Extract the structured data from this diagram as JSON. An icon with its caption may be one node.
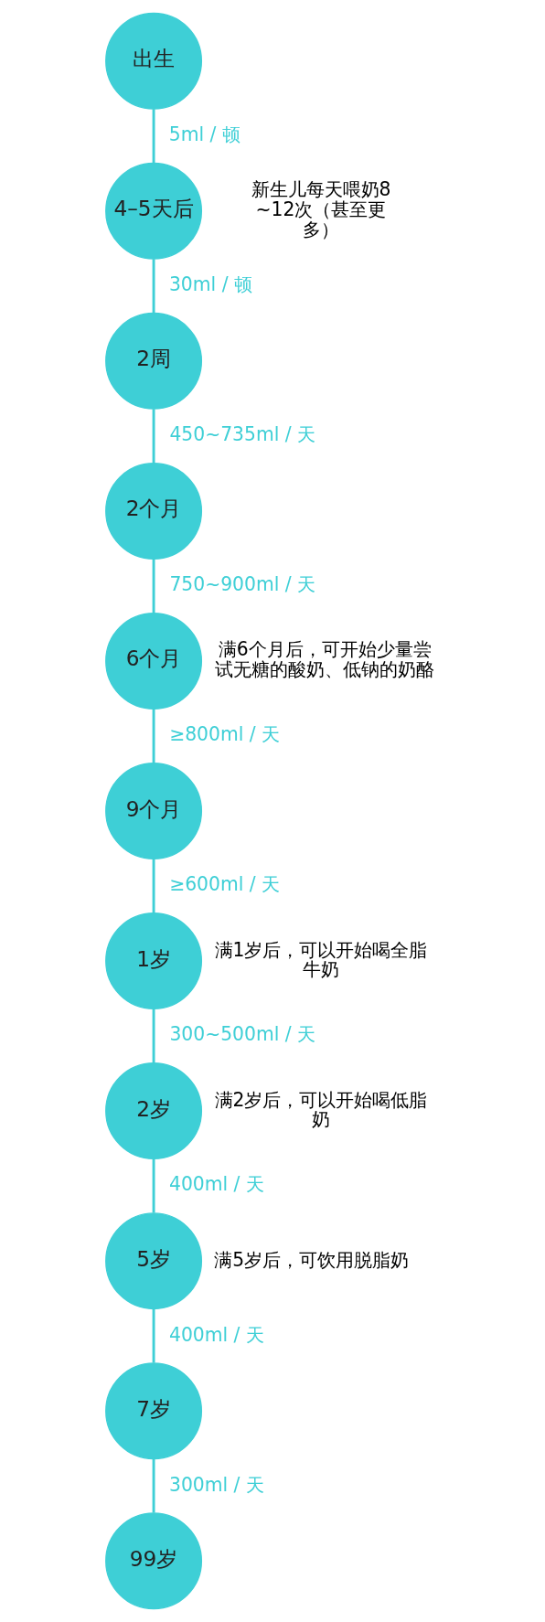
{
  "diagram": {
    "nodes": [
      {
        "text": [
          "出生"
        ]
      },
      {
        "text": [
          "4–5天后"
        ]
      },
      {
        "text": [
          "2周"
        ]
      },
      {
        "text": [
          "2个月"
        ]
      },
      {
        "text": [
          "6个月"
        ],
        "beside": [
          "满6个月后，可开始少量尝试无糖的酸奶、低钠的奶酪"
        ]
      },
      {
        "text": [
          "9个月"
        ]
      },
      {
        "text": [
          "1岁"
        ],
        "beside": [
          "满1岁后，可以开始喝全脂牛奶"
        ]
      },
      {
        "text": [
          "2岁"
        ],
        "beside": [
          "满2岁后，可以开始喝低脂奶"
        ]
      },
      {
        "text": [
          "5岁"
        ],
        "beside": [
          "满5岁后，可饮用脱脂奶"
        ]
      },
      {
        "text": [
          "7岁"
        ]
      },
      {
        "text": [
          "99岁"
        ]
      }
    ],
    "edges": [
      {
        "from": 0,
        "to": 1,
        "arrow": "none",
        "label": "5ml / 顿"
      },
      {
        "from": 1,
        "to": 2,
        "arrow": "none",
        "label": "30ml / 顿"
      },
      {
        "from": 2,
        "to": 3,
        "arrow": "none",
        "label": "450~735ml / 天"
      },
      {
        "from": 3,
        "to": 4,
        "arrow": "none",
        "label": "750~900ml / 天"
      },
      {
        "from": 4,
        "to": 5,
        "arrow": "none",
        "label": "≥800ml / 天"
      },
      {
        "from": 5,
        "to": 6,
        "arrow": "none",
        "label": "≥600ml / 天"
      },
      {
        "from": 6,
        "to": 7,
        "arrow": "none",
        "label": "300~500ml / 天"
      },
      {
        "from": 7,
        "to": 8,
        "arrow": "none",
        "label": "400ml / 天"
      },
      {
        "from": 8,
        "to": 9,
        "arrow": "none",
        "label": "400ml / 天"
      },
      {
        "from": 9,
        "to": 10,
        "arrow": "none",
        "label": "300ml / 天"
      }
    ],
    "labels": [
      "新生儿每天喂奶8~12次（甚至更多）"
    ]
  }
}
